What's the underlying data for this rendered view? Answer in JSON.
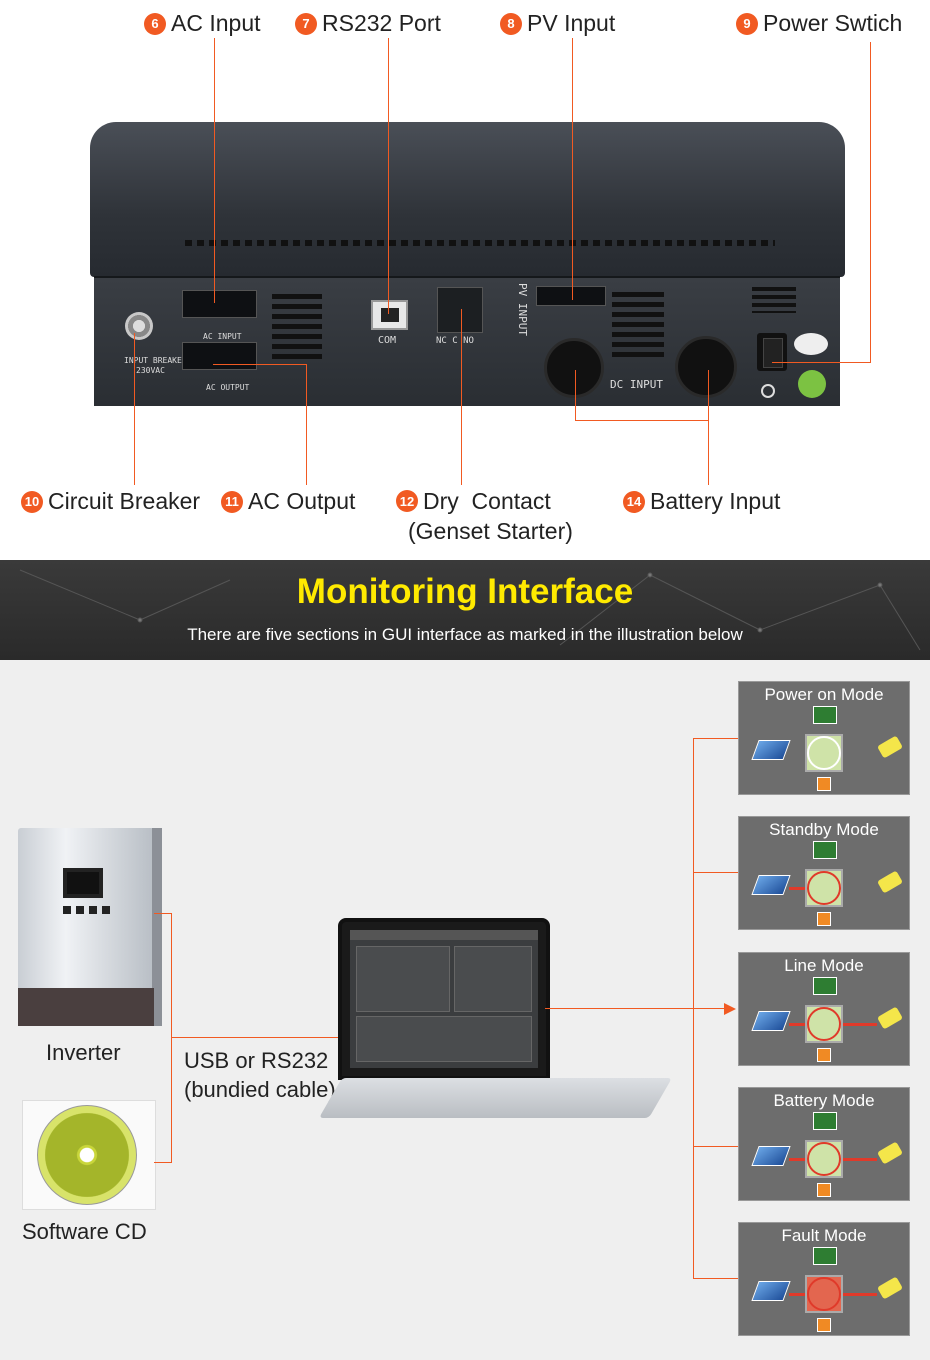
{
  "callouts_top": [
    {
      "num": "6",
      "label": "AC Input"
    },
    {
      "num": "7",
      "label": "RS232 Port"
    },
    {
      "num": "8",
      "label": "PV Input"
    },
    {
      "num": "9",
      "label": "Power Swtich"
    }
  ],
  "callouts_bottom": [
    {
      "num": "10",
      "label": "Circuit Breaker"
    },
    {
      "num": "11",
      "label": "AC Output"
    },
    {
      "num": "12",
      "label": "Dry  Contact",
      "sub": "(Genset Starter)"
    },
    {
      "num": "14",
      "label": "Battery Input"
    }
  ],
  "panel_labels": {
    "ac_input": "AC INPUT",
    "ac_output": "AC OUTPUT",
    "input_breaker": "INPUT BREAKER",
    "breaker_rating": "230VAC",
    "com": "COM",
    "dry_contact": "NC C NO",
    "pv_input": "PV INPUT",
    "dc_input": "DC INPUT"
  },
  "banner": {
    "title": "Monitoring Interface",
    "subtitle": "There are five sections in GUI interface as marked in the illustration below"
  },
  "devices": {
    "inverter": "Inverter",
    "software_cd": "Software CD",
    "cable_line1": "USB or RS232",
    "cable_line2": "(bundied cable)"
  },
  "modes": [
    {
      "title": "Power on Mode"
    },
    {
      "title": "Standby Mode"
    },
    {
      "title": "Line Mode"
    },
    {
      "title": "Battery Mode"
    },
    {
      "title": "Fault Mode"
    }
  ],
  "colors": {
    "accent": "#f15a22",
    "banner_title": "#ffea00",
    "banner_bg": "#2e2e2e"
  }
}
